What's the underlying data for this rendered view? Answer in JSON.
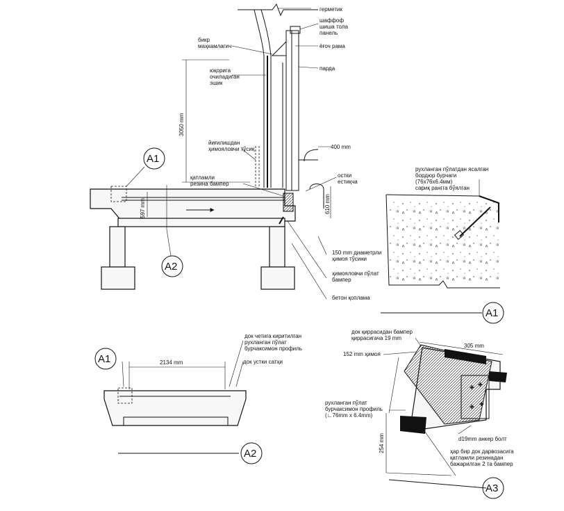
{
  "labels": {
    "germetik": "герметик",
    "glass": "шаффоф\nшиша тола\nпанель",
    "wood": "ёғоч рама",
    "curtain": "парда",
    "rigid": "бикр\nмаҳкамлагич",
    "lifting": "юқорига\nочиладиган\nэшик",
    "guard": "йиғилишдан\nҳимояловчи тўсиқ",
    "rubber": "қатламли\nрезина бампер",
    "pillar": "остки\nестиқча",
    "beam": "150 mm диаметрли\nҳимоя тўсини",
    "bumper": "ҳимояловчи пўлат\nбампер",
    "concrete": "бетон қоплама",
    "angle": "рухланган пўлатдан ясалган\nбордюр бурчаги\n(76x76x6.4мм)\nсариқ рангга бўялган",
    "edge_profile": "док четига киритилган\nрухланган пўлат\nбурчаксимон профиль",
    "dock_top": "док устки сатҳи",
    "bumper_proj": "док қиррасидан бампер\nқиррасигача 19 mm",
    "protect152": "152 mm ҳимоя",
    "galv_profile": "рухланган пўлат\nбурчаксимон профиль\n(∟76mm x 6.4mm)",
    "anchor": "d19mm анкер болт",
    "each_dock": "ҳар бир док дарвозасига\nқатламли резинадан\nбажарилган 2 та бампер"
  },
  "dimensions": {
    "d400": "400 mm",
    "d3050": "3050 mm",
    "d610": "610 mm",
    "d597": "597 mm",
    "d2134": "2134 mm",
    "d305": "305 mm",
    "d254": "254 mm"
  },
  "callouts": {
    "a1": "A1",
    "a2": "A2",
    "a3": "A3"
  }
}
